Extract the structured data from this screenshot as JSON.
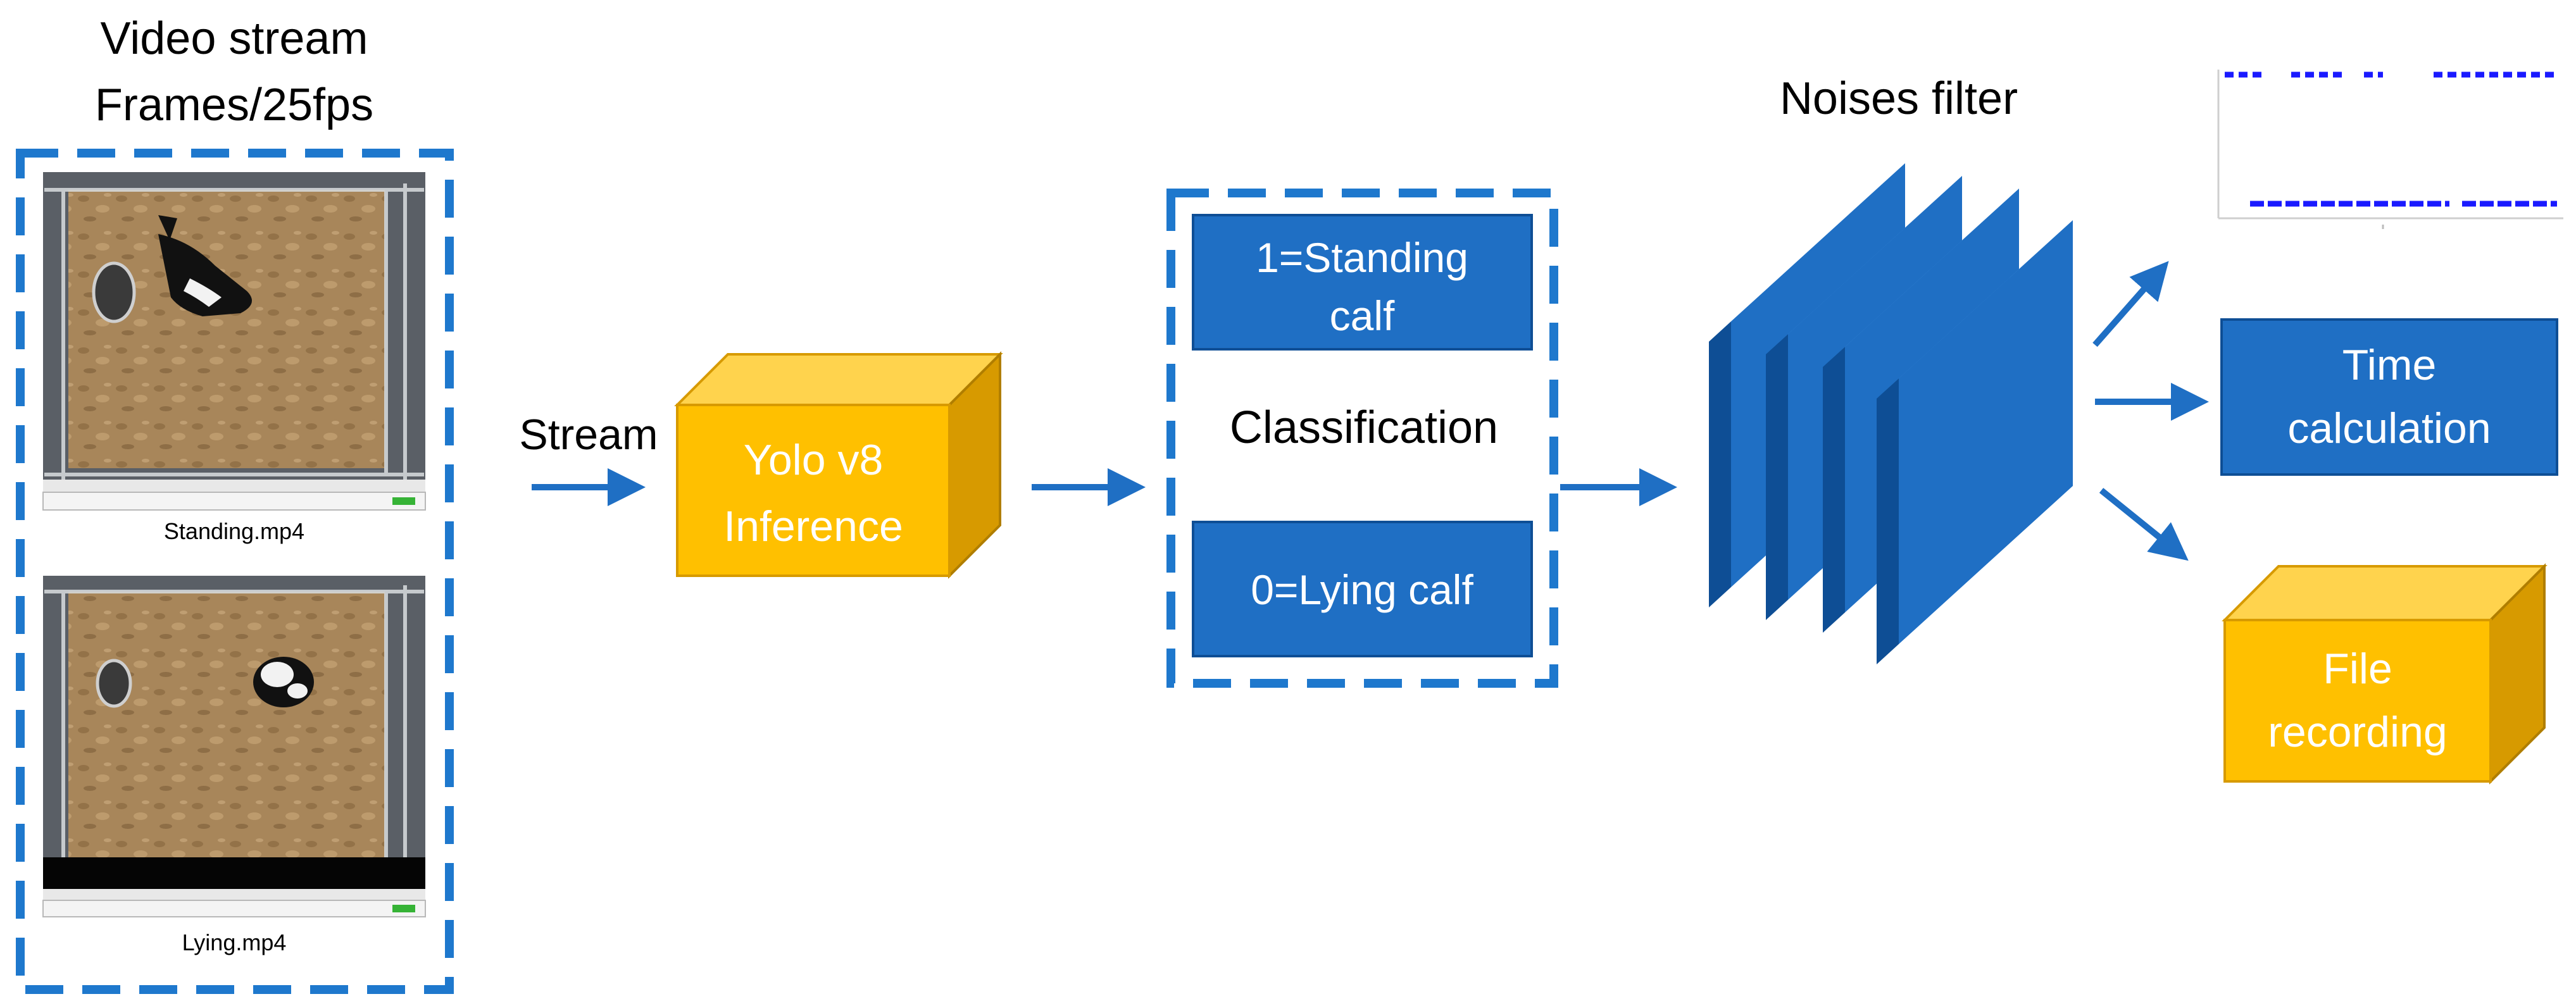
{
  "video_panel": {
    "title_line1": "Video stream",
    "title_line2": "Frames/25fps",
    "clips": [
      {
        "caption": "Standing.mp4"
      },
      {
        "caption": "Lying.mp4"
      }
    ]
  },
  "stream_label": "Stream",
  "inference_box": {
    "line1": "Yolo v8",
    "line2": "Inference"
  },
  "classification": {
    "label": "Classification",
    "standing": {
      "line1": "1=Standing",
      "line2": "calf"
    },
    "lying": {
      "line1": "0=Lying calf"
    }
  },
  "noise_filter_label": "Noises filter",
  "outputs": {
    "time": {
      "line1": "Time",
      "line2": "calculation"
    },
    "file": {
      "line1": "File",
      "line2": "recording"
    }
  },
  "colors": {
    "blue": "#1F6FC4",
    "dark_blue": "#0E4E95",
    "yellow": "#FFC000",
    "yellow_dark": "#D79A00",
    "dash_blue": "#1E78CD"
  }
}
